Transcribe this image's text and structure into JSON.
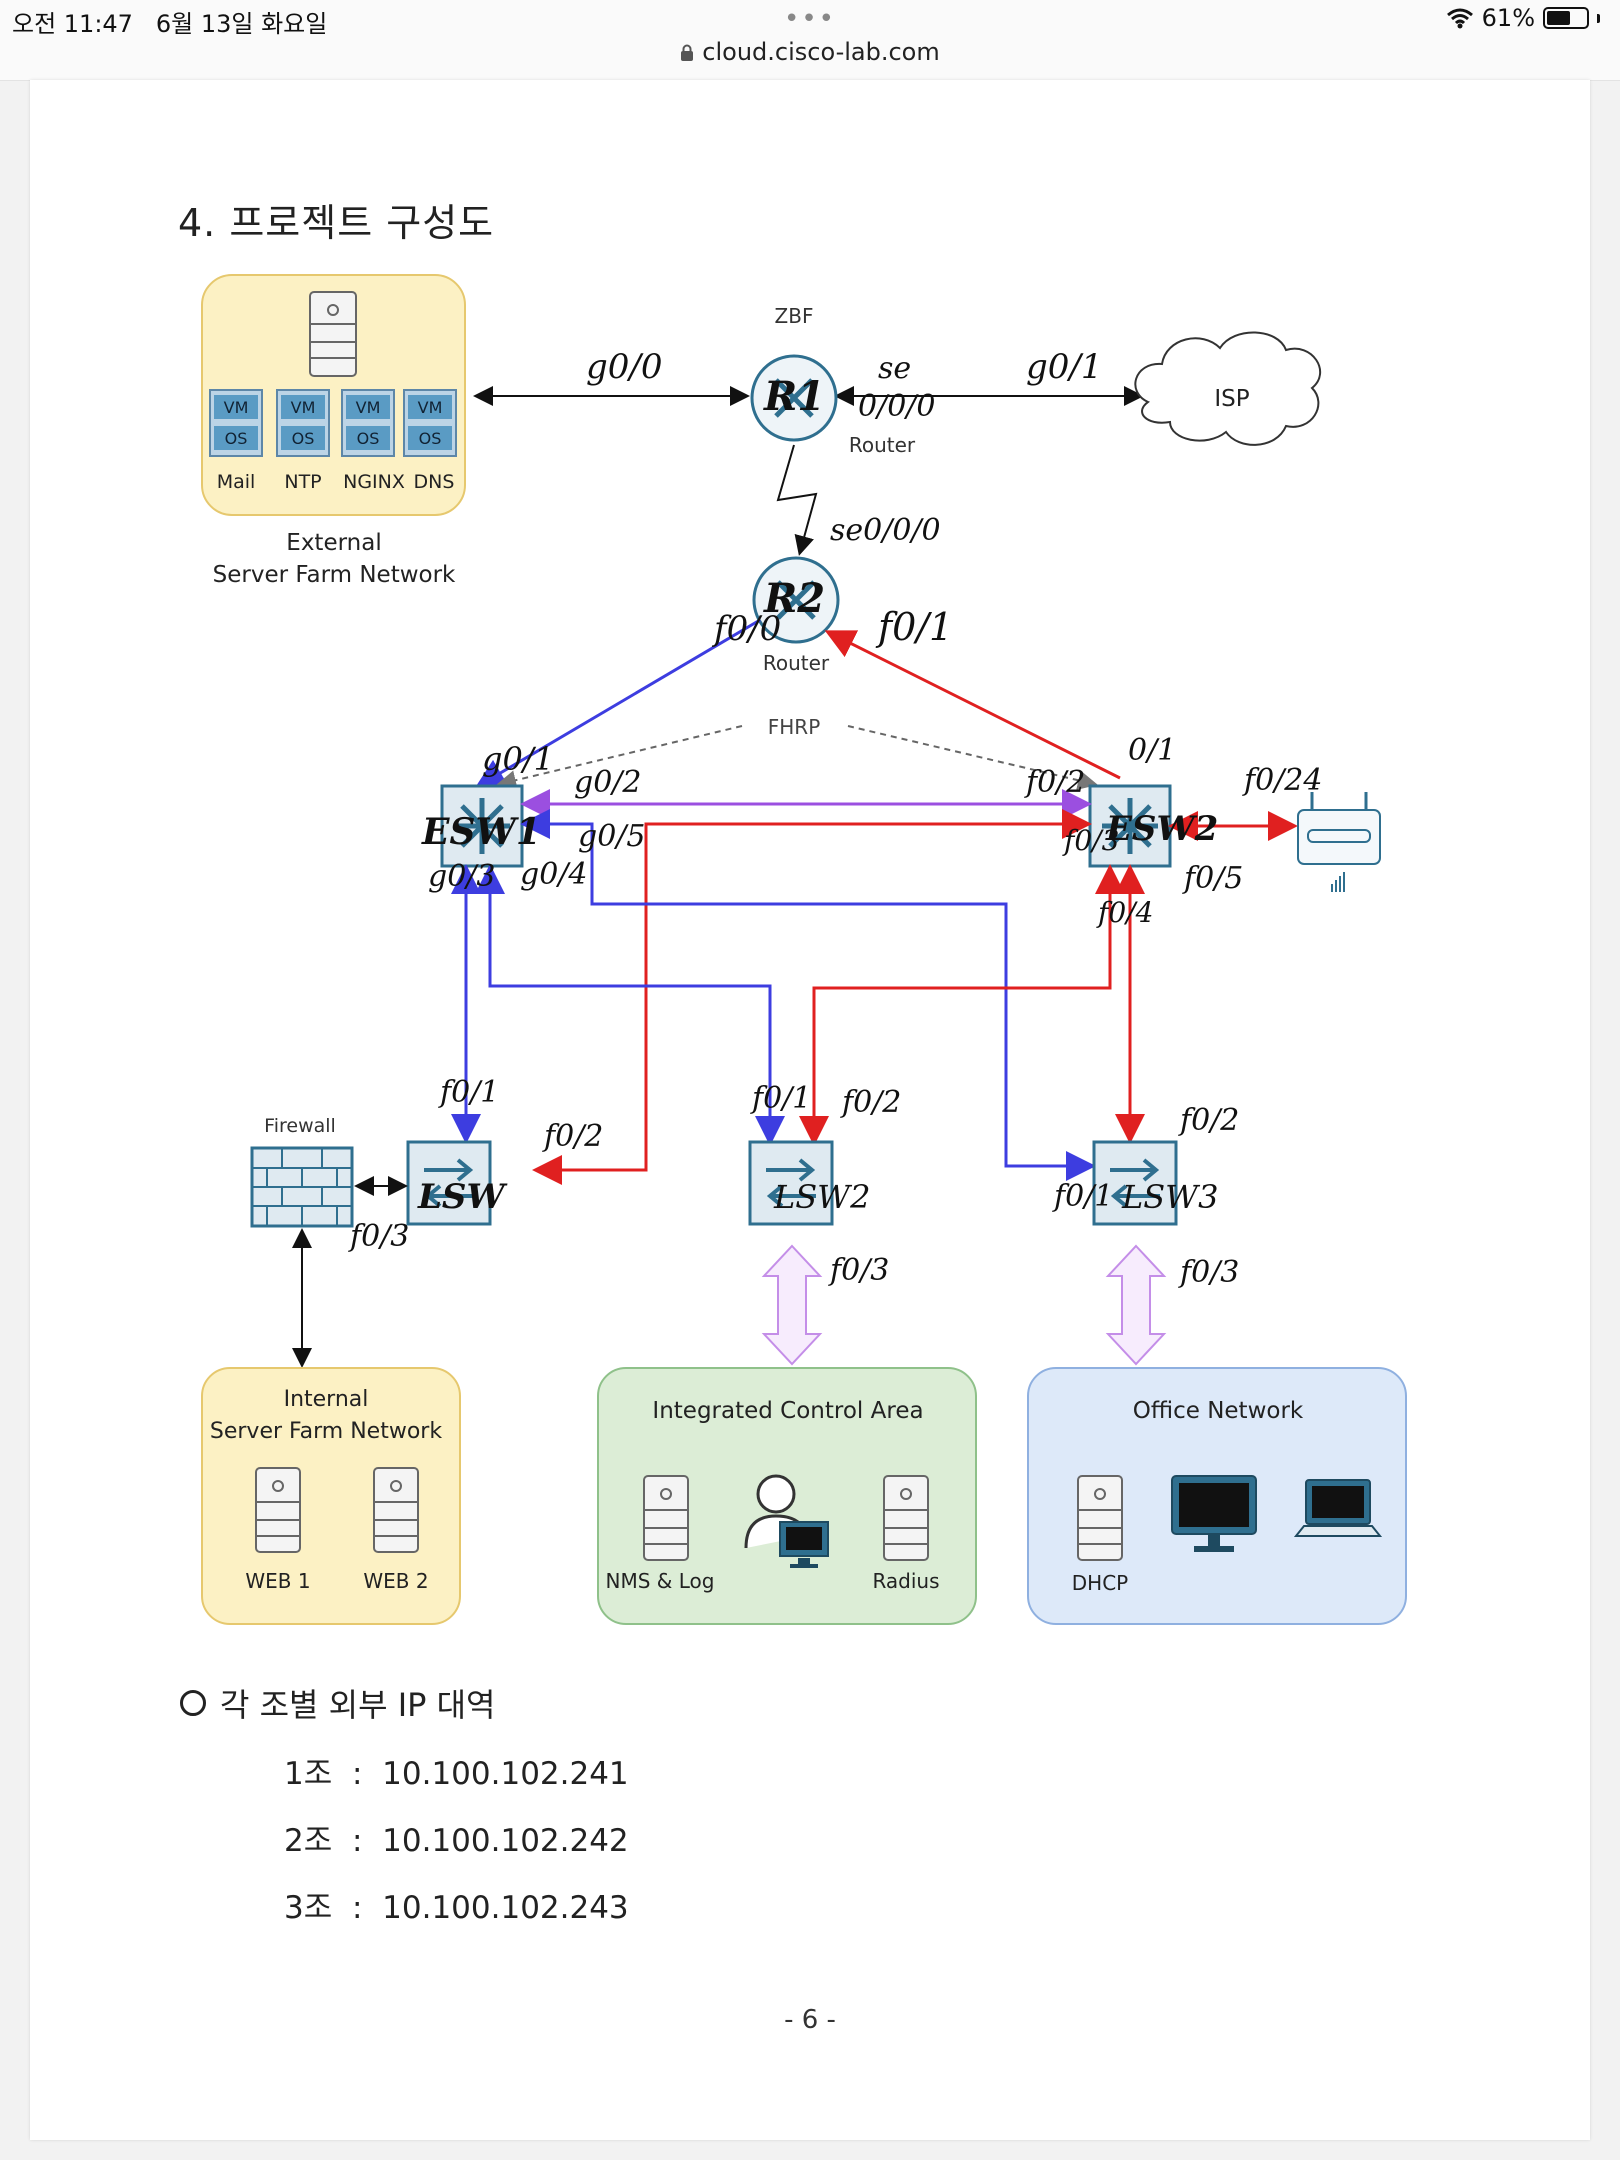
{
  "status": {
    "time": "오전 11:47",
    "date": "6월 13일 화요일",
    "battery_text": "61%",
    "battery_level": 0.61,
    "dots": "•••"
  },
  "browser": {
    "url": "cloud.cisco-lab.com"
  },
  "document": {
    "section_title": "4. 프로젝트 구성도",
    "page_number": "- 6 -",
    "ip_heading": "각 조별 외부 IP 대역",
    "ip_rows": [
      {
        "group": "1조",
        "sep": ":",
        "ip": "10.100.102.241"
      },
      {
        "group": "2조",
        "sep": ":",
        "ip": "10.100.102.242"
      },
      {
        "group": "3조",
        "sep": ":",
        "ip": "10.100.102.243"
      }
    ]
  },
  "diagram": {
    "external_farm": {
      "title_line1": "External",
      "title_line2": "Server Farm Network",
      "vm": "VM",
      "os": "OS",
      "servers": [
        "Mail",
        "NTP",
        "NGINX",
        "DNS"
      ]
    },
    "zbf": "ZBF",
    "isp": "ISP",
    "router_label": "Router",
    "fhrp": "FHRP",
    "firewall": "Firewall",
    "internal_farm": {
      "title_line1": "Internal",
      "title_line2": "Server Farm Network",
      "servers": [
        "WEB 1",
        "WEB 2"
      ]
    },
    "control_area": {
      "title": "Integrated Control Area",
      "left": "NMS & Log",
      "right": "Radius"
    },
    "office": {
      "title": "Office Network",
      "left": "DHCP"
    },
    "handwritten": {
      "r1": "R1",
      "r2": "R2",
      "esw1": "ESW1",
      "esw2": "ESW2",
      "lsw1": "LSW",
      "lsw2": "LSW2",
      "lsw3": "LSW3",
      "r1_g00": "g0/0",
      "r1_g01": "g0/1",
      "r1_se": "se",
      "r1_se_port": "0/0/0",
      "r2_se": "se0/0/0",
      "r2_f00": "f0/0",
      "r2_f01": "f0/1",
      "esw1_g01": "g0/1",
      "esw1_g02": "g0/2",
      "esw1_g05": "g0/5",
      "esw1_g03": "g0/3",
      "esw1_g04": "g0/4",
      "esw2_01": "0/1",
      "esw2_f02": "f0/2",
      "esw2_f024": "f0/24",
      "esw2_f03": "f0/3",
      "esw2_f05": "f0/5",
      "esw2_f04": "f0/4",
      "lsw1_f01": "f0/1",
      "lsw1_f02": "f0/2",
      "lsw1_f03": "f0/3",
      "lsw2_f01": "f0/1",
      "lsw2_f02": "f0/2",
      "lsw2_f03": "f0/3",
      "lsw3_f02": "f0/2",
      "lsw3_f01": "f0/1",
      "lsw3_f03": "f0/3"
    },
    "colors": {
      "blue": "#3d3de0",
      "red": "#e02020",
      "purple": "#9b4fe0",
      "yellow_fill": "#fcf1c4",
      "yellow_stroke": "#e6c86e",
      "green_fill": "#dcedd6",
      "green_stroke": "#8fc18a",
      "blue_fill": "#dde9f9",
      "blue_stroke": "#8fb0e0",
      "device": "#2f6f8f"
    }
  }
}
